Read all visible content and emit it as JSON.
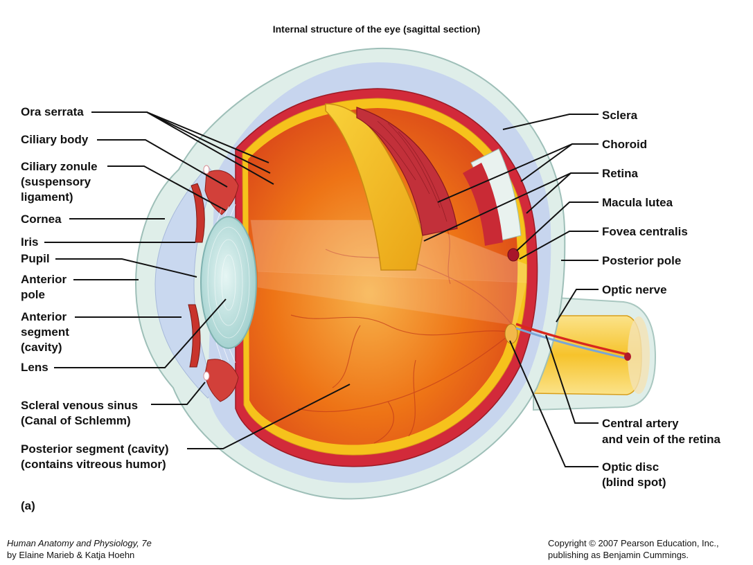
{
  "title": "Internal structure of the eye (sagittal section)",
  "labels_left": {
    "ora_serrata": "Ora serrata",
    "ciliary_body": "Ciliary body",
    "ciliary_zonule_1": "Ciliary zonule",
    "ciliary_zonule_2": "(suspensory",
    "ciliary_zonule_3": "ligament)",
    "cornea": "Cornea",
    "iris": "Iris",
    "pupil": "Pupil",
    "anterior_pole_1": "Anterior",
    "anterior_pole_2": "pole",
    "anterior_segment_1": "Anterior",
    "anterior_segment_2": "segment",
    "anterior_segment_3": "(cavity)",
    "lens": "Lens",
    "scleral_sinus_1": "Scleral venous sinus",
    "scleral_sinus_2": "(Canal of Schlemm)",
    "posterior_segment_1": "Posterior segment (cavity)",
    "posterior_segment_2": "(contains vitreous humor)"
  },
  "labels_right": {
    "sclera": "Sclera",
    "choroid": "Choroid",
    "retina": "Retina",
    "macula_lutea": "Macula lutea",
    "fovea_centralis": "Fovea centralis",
    "posterior_pole": "Posterior pole",
    "optic_nerve": "Optic nerve",
    "central_artery_1": "Central artery",
    "central_artery_2": "and vein of the retina",
    "optic_disc_1": "Optic disc",
    "optic_disc_2": "(blind spot)"
  },
  "panel_letter": "(a)",
  "footer": {
    "book_title": "Human Anatomy and Physiology, 7e",
    "authors": "by Elaine Marieb & Katja Hoehn",
    "copyright": "Copyright © 2007 Pearson Education, Inc.,",
    "publisher": "publishing as Benjamin Cummings."
  },
  "colors": {
    "sclera": "#dfeee9",
    "aqueous": "#c8d6ee",
    "choroid": "#d42a3a",
    "retina": "#f6c21c",
    "vitreous": "#ee6a12",
    "lens": "#bfe3e0",
    "muscle": "#c8342c",
    "optic_nerve": "#f7d565"
  }
}
